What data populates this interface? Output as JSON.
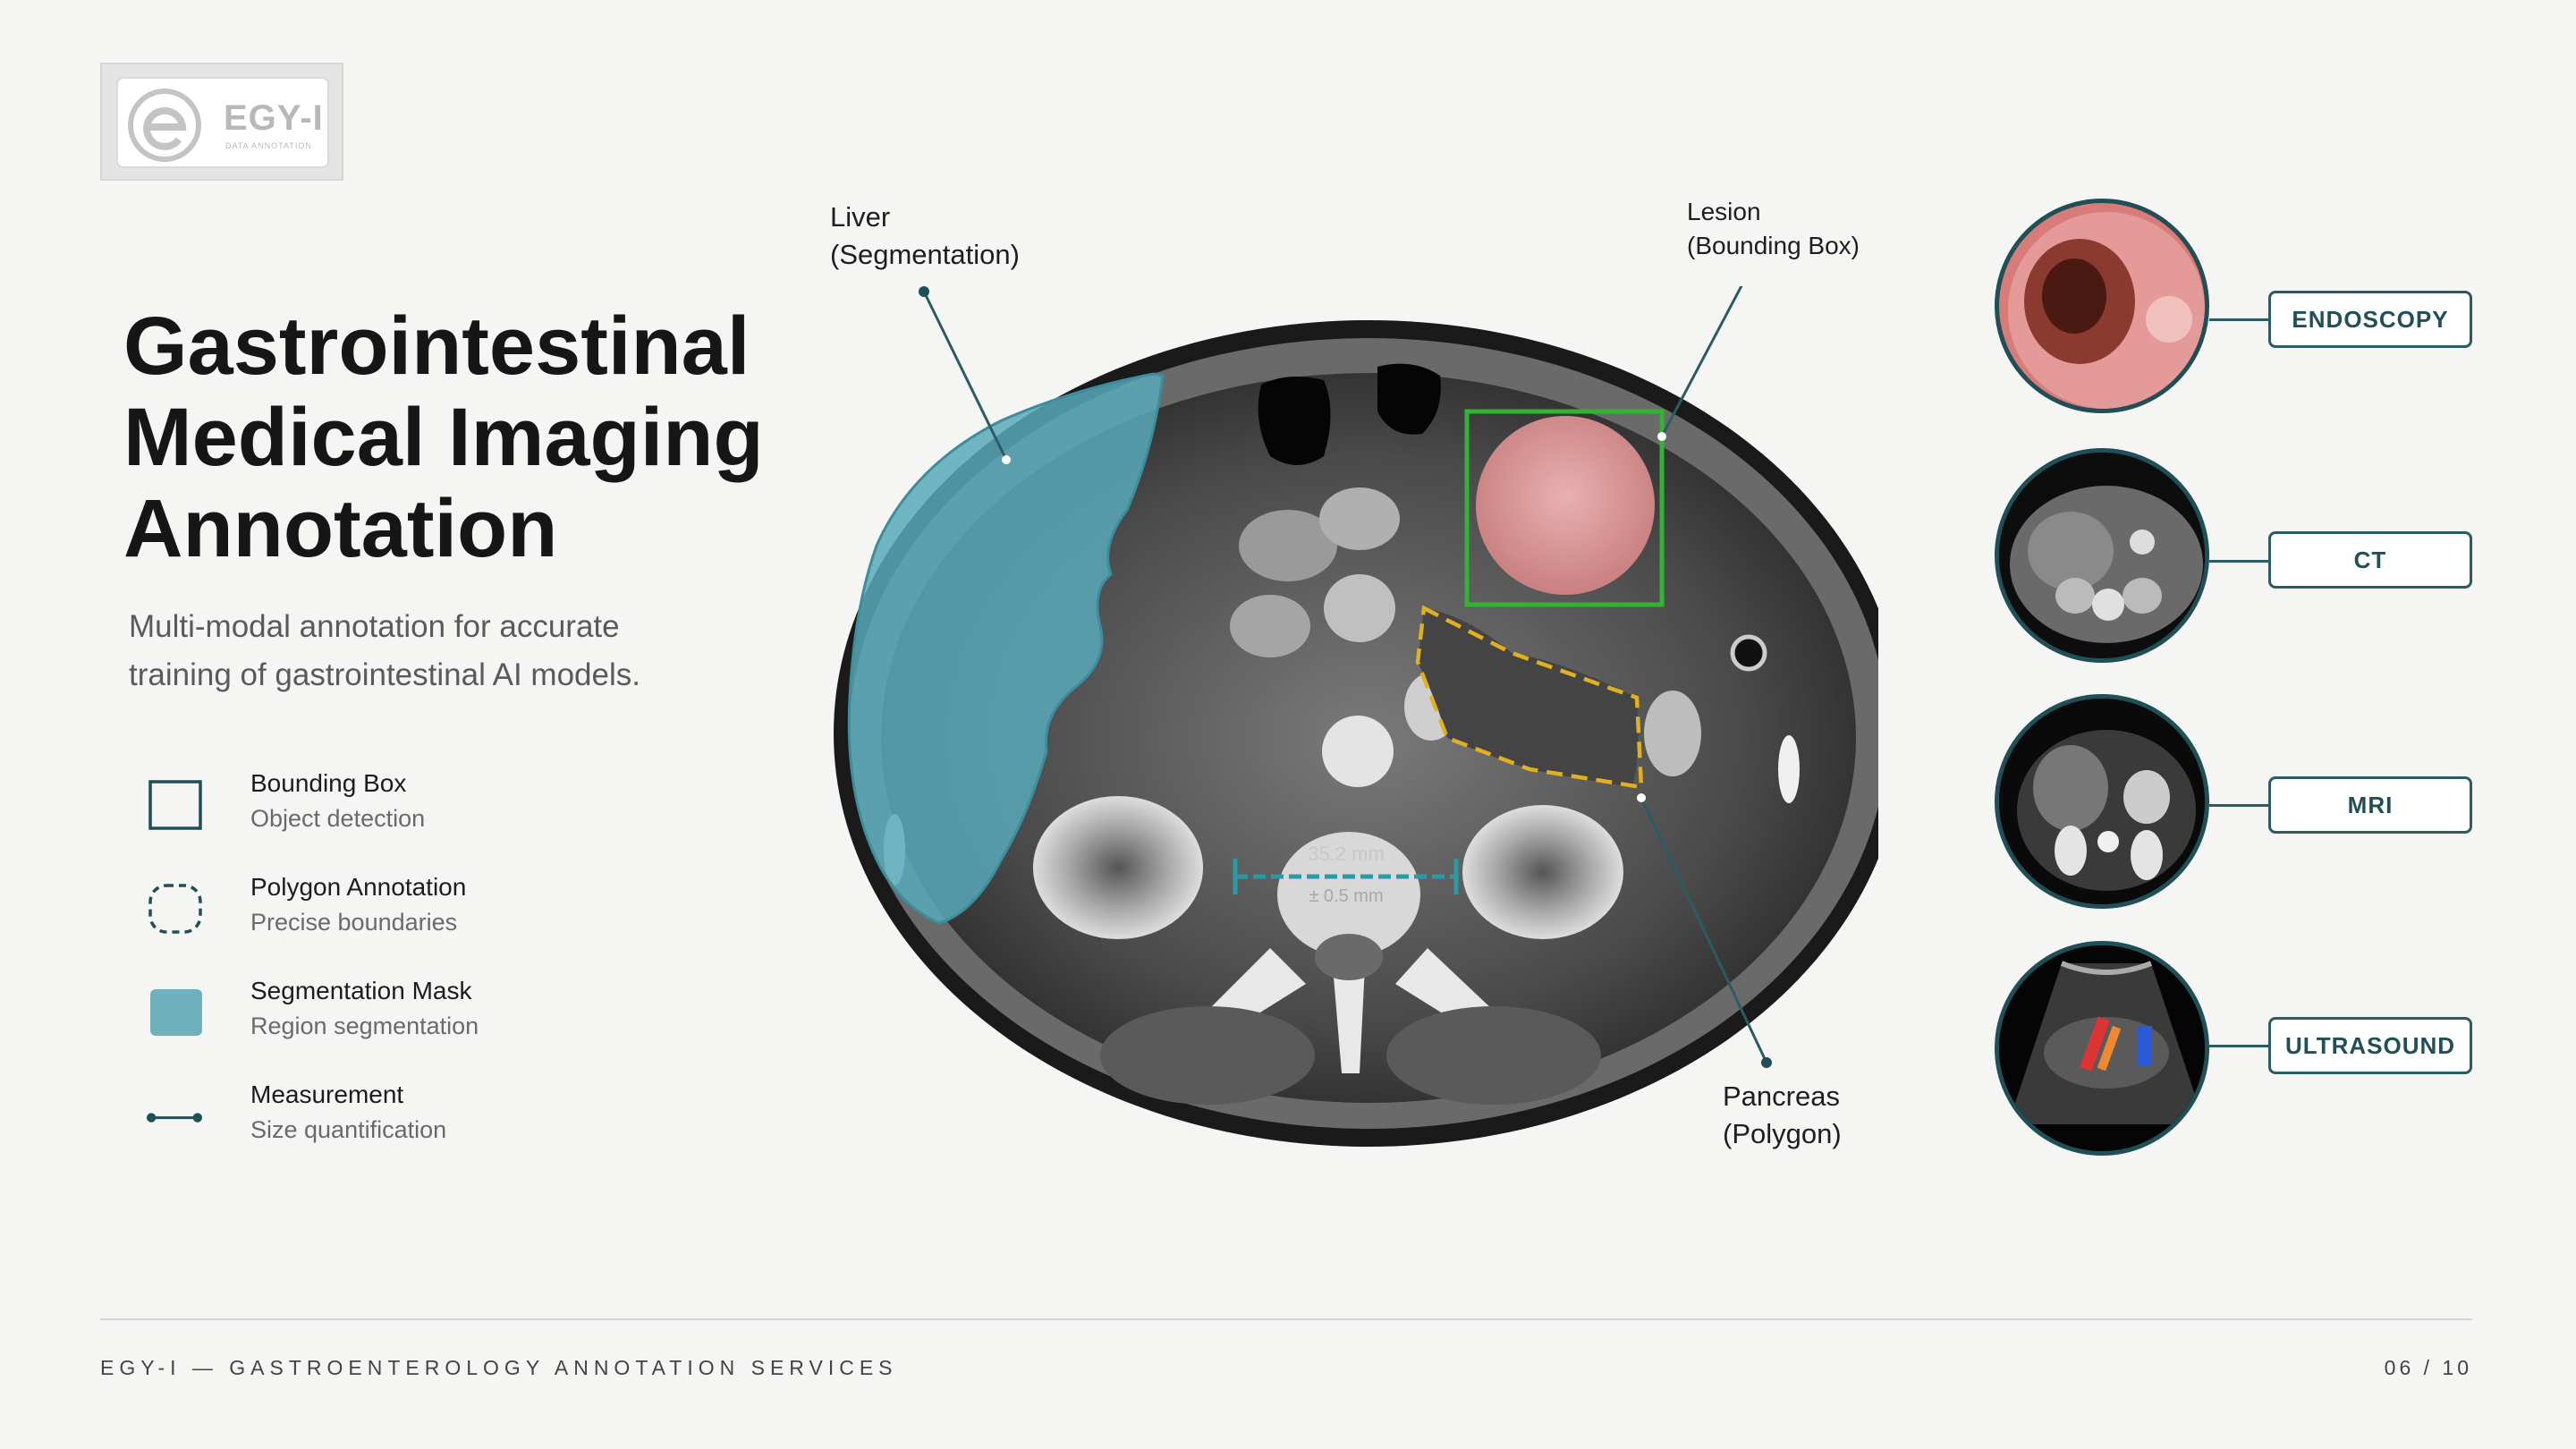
{
  "brand": {
    "logo_word": "EGY-I",
    "logo_sub": "DATA ANNOTATION",
    "accent": "#1f4f57",
    "mask_color": "#5aa9b8",
    "bbox_color": "#2fb52f",
    "polygon_color": "#e0b020"
  },
  "title": {
    "line1": "Gastrointestinal",
    "line2": "Medical Imaging",
    "line3": "Annotation"
  },
  "subtitle": {
    "line1": "Multi-modal annotation for accurate",
    "line2": "training of gastrointestinal AI models."
  },
  "legend": [
    {
      "icon": "bounding-box-icon",
      "title": "Bounding Box",
      "desc": "Object detection"
    },
    {
      "icon": "polygon-icon",
      "title": "Polygon Annotation",
      "desc": "Precise boundaries"
    },
    {
      "icon": "segmentation-mask-icon",
      "title": "Segmentation Mask",
      "desc": "Region segmentation"
    },
    {
      "icon": "measurement-icon",
      "title": "Measurement",
      "desc": "Size quantification"
    }
  ],
  "callouts": {
    "liver": {
      "line1": "Liver",
      "line2": "(Segmentation)"
    },
    "lesion": {
      "line1": "Lesion",
      "line2": "(Bounding Box)"
    },
    "pancreas": {
      "line1": "Pancreas",
      "line2": "(Polygon)"
    }
  },
  "measurement": {
    "value": "35.2 mm",
    "sub": "± 0.5 mm"
  },
  "modalities": [
    {
      "label": "ENDOSCOPY",
      "icon": "endoscopy-thumbnail"
    },
    {
      "label": "CT",
      "icon": "ct-thumbnail"
    },
    {
      "label": "MRI",
      "icon": "mri-thumbnail"
    },
    {
      "label": "ULTRASOUND",
      "icon": "ultrasound-thumbnail"
    }
  ],
  "footer": {
    "left": "EGY-I — GASTROENTEROLOGY ANNOTATION SERVICES",
    "page": "06 / 10"
  }
}
